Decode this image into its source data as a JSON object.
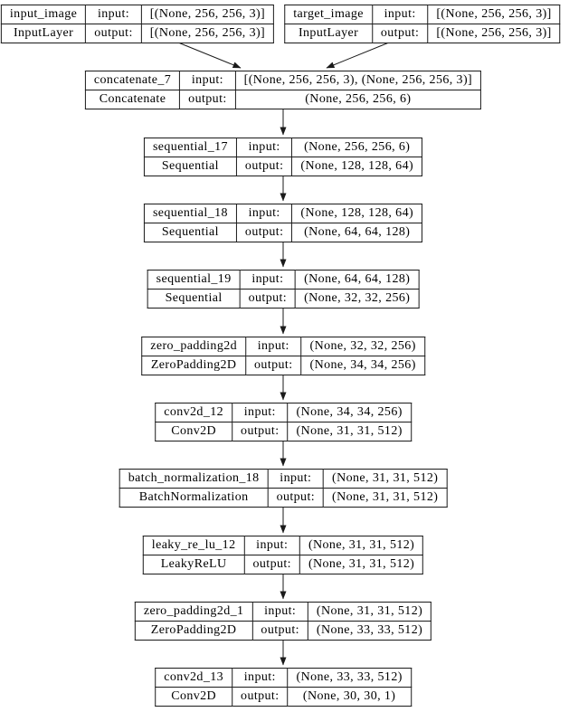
{
  "diagram": {
    "kind": "neural-network-layer-graph",
    "labels": {
      "input": "input:",
      "output": "output:"
    },
    "colors": {
      "border": "#1a1a1a",
      "background": "#ffffff",
      "text": "#000000",
      "edge": "#1a1a1a"
    },
    "nodes": [
      {
        "name": "input_image",
        "class_name": "InputLayer",
        "input_shape": "[(None, 256, 256, 3)]",
        "output_shape": "[(None, 256, 256, 3)]"
      },
      {
        "name": "target_image",
        "class_name": "InputLayer",
        "input_shape": "[(None, 256, 256, 3)]",
        "output_shape": "[(None, 256, 256, 3)]"
      },
      {
        "name": "concatenate_7",
        "class_name": "Concatenate",
        "input_shape": "[(None, 256, 256, 3), (None, 256, 256, 3)]",
        "output_shape": "(None, 256, 256, 6)"
      },
      {
        "name": "sequential_17",
        "class_name": "Sequential",
        "input_shape": "(None, 256, 256, 6)",
        "output_shape": "(None, 128, 128, 64)"
      },
      {
        "name": "sequential_18",
        "class_name": "Sequential",
        "input_shape": "(None, 128, 128, 64)",
        "output_shape": "(None, 64, 64, 128)"
      },
      {
        "name": "sequential_19",
        "class_name": "Sequential",
        "input_shape": "(None, 64, 64, 128)",
        "output_shape": "(None, 32, 32, 256)"
      },
      {
        "name": "zero_padding2d",
        "class_name": "ZeroPadding2D",
        "input_shape": "(None, 32, 32, 256)",
        "output_shape": "(None, 34, 34, 256)"
      },
      {
        "name": "conv2d_12",
        "class_name": "Conv2D",
        "input_shape": "(None, 34, 34, 256)",
        "output_shape": "(None, 31, 31, 512)"
      },
      {
        "name": "batch_normalization_18",
        "class_name": "BatchNormalization",
        "input_shape": "(None, 31, 31, 512)",
        "output_shape": "(None, 31, 31, 512)"
      },
      {
        "name": "leaky_re_lu_12",
        "class_name": "LeakyReLU",
        "input_shape": "(None, 31, 31, 512)",
        "output_shape": "(None, 31, 31, 512)"
      },
      {
        "name": "zero_padding2d_1",
        "class_name": "ZeroPadding2D",
        "input_shape": "(None, 31, 31, 512)",
        "output_shape": "(None, 33, 33, 512)"
      },
      {
        "name": "conv2d_13",
        "class_name": "Conv2D",
        "input_shape": "(None, 33, 33, 512)",
        "output_shape": "(None, 30, 30, 1)"
      }
    ],
    "edges": [
      {
        "from": "input_image",
        "to": "concatenate_7"
      },
      {
        "from": "target_image",
        "to": "concatenate_7"
      },
      {
        "from": "concatenate_7",
        "to": "sequential_17"
      },
      {
        "from": "sequential_17",
        "to": "sequential_18"
      },
      {
        "from": "sequential_18",
        "to": "sequential_19"
      },
      {
        "from": "sequential_19",
        "to": "zero_padding2d"
      },
      {
        "from": "zero_padding2d",
        "to": "conv2d_12"
      },
      {
        "from": "conv2d_12",
        "to": "batch_normalization_18"
      },
      {
        "from": "batch_normalization_18",
        "to": "leaky_re_lu_12"
      },
      {
        "from": "leaky_re_lu_12",
        "to": "zero_padding2d_1"
      },
      {
        "from": "zero_padding2d_1",
        "to": "conv2d_13"
      }
    ]
  }
}
